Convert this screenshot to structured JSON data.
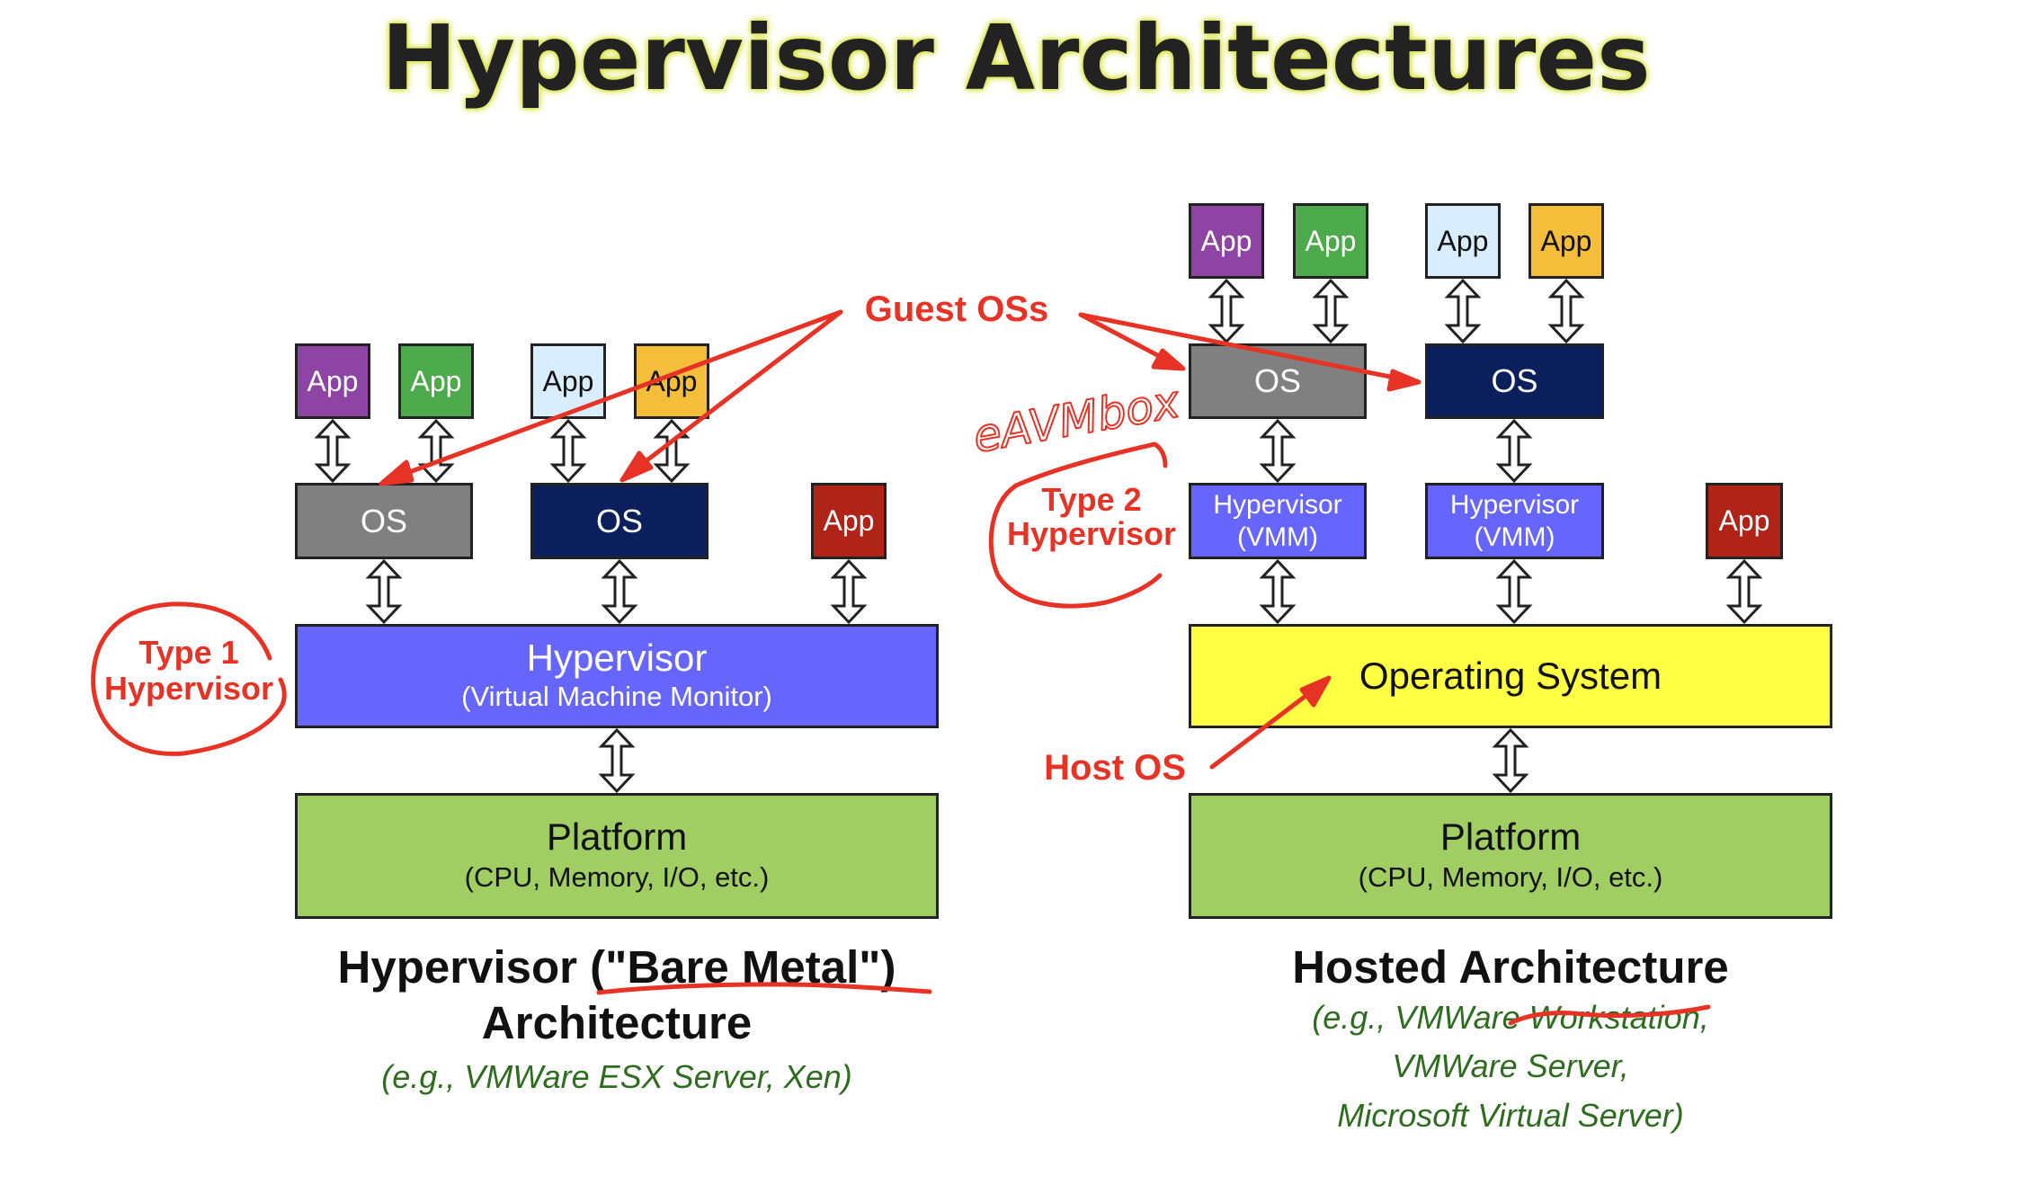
{
  "title": "Hypervisor Architectures",
  "colors": {
    "app_purple": "#8e44a3",
    "app_green": "#4daa4a",
    "app_lightblue": "#d8eeff",
    "app_orange": "#f4bd3a",
    "app_red": "#b02418",
    "os_gray": "#808080",
    "os_navy": "#0a1f5c",
    "hypervisor_blue": "#6666ff",
    "host_os_yellow": "#ffff44",
    "platform_green": "#a0ce63",
    "annotation_red": "#e63326",
    "example_green": "#2e6d1f"
  },
  "left": {
    "apps": [
      "App",
      "App",
      "App",
      "App"
    ],
    "os": [
      "OS",
      "OS"
    ],
    "direct_app": "App",
    "hypervisor_title": "Hypervisor",
    "hypervisor_subtitle": "(Virtual Machine Monitor)",
    "platform_title": "Platform",
    "platform_subtitle": "(CPU, Memory, I/O, etc.)",
    "caption_line1": "Hypervisor (\"Bare Metal\")",
    "caption_line2": "Architecture",
    "example": "(e.g., VMWare ESX Server, Xen)"
  },
  "right": {
    "apps": [
      "App",
      "App",
      "App",
      "App"
    ],
    "os": [
      "OS",
      "OS"
    ],
    "vmm_line1": [
      "Hypervisor",
      "Hypervisor"
    ],
    "vmm_line2": [
      "(VMM)",
      "(VMM)"
    ],
    "direct_app": "App",
    "host_os": "Operating System",
    "platform_title": "Platform",
    "platform_subtitle": "(CPU, Memory, I/O, etc.)",
    "caption": "Hosted Architecture",
    "example_lines": [
      "(e.g., VMWare Workstation,",
      "VMWare Server,",
      "Microsoft Virtual Server)"
    ]
  },
  "annotations": {
    "guest_oss": "Guest OSs",
    "type1_line1": "Type 1",
    "type1_line2": "Hypervisor",
    "type2_line1": "Type 2",
    "type2_line2": "Hypervisor",
    "host_os": "Host OS",
    "handwritten": "eAVMbox"
  }
}
